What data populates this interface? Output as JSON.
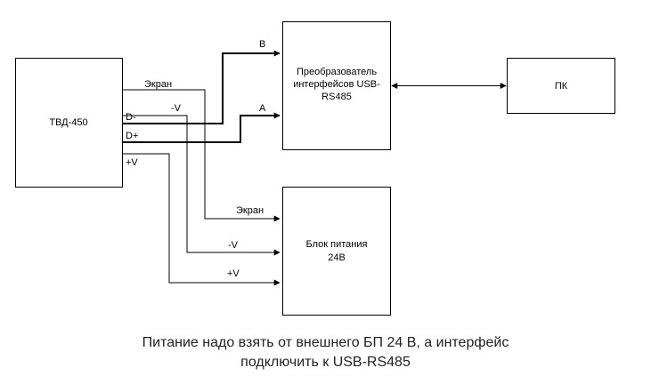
{
  "blocks": {
    "tvd": {
      "label": "ТВД-450"
    },
    "converter": {
      "lines": [
        "Преобразователь",
        "интерфейсов USB-",
        "RS485"
      ]
    },
    "pc": {
      "label": "ПК"
    },
    "psu": {
      "lines": [
        "Блок питания",
        "24В"
      ]
    }
  },
  "port_labels": {
    "screen": "Экран",
    "minus_v": "-V",
    "d_minus": "D-",
    "d_plus": "D+",
    "plus_v": "+V"
  },
  "wire_labels": {
    "b": "B",
    "a": "A",
    "psu_screen": "Экран",
    "psu_minus_v": "-V",
    "psu_plus_v": "+V"
  },
  "caption": {
    "line1": "Питание надо взять от внешнего БП 24 В, а интерфейс",
    "line2": "подключить к USB-RS485"
  }
}
